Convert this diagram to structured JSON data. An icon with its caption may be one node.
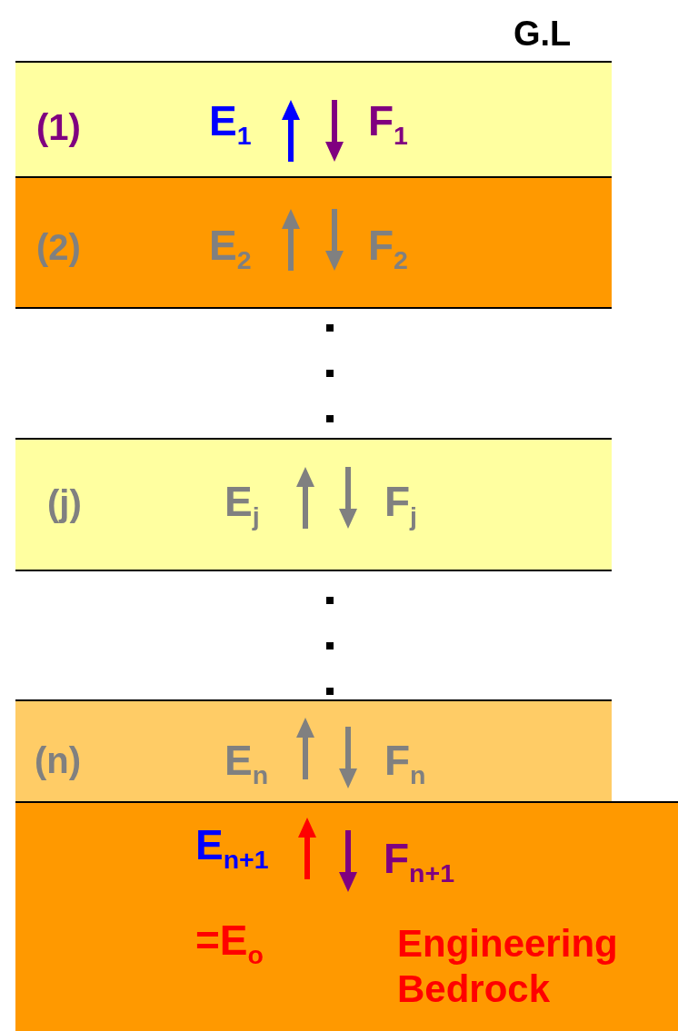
{
  "diagram": {
    "nodes": [
      {
        "text": [
          "(1)",
          "E$_{1}$",
          "F$_{1}$"
        ]
      },
      {
        "text": [
          "(2)",
          "E$_{2}$",
          "F$_{2}$"
        ]
      },
      {
        "text": [
          "(j)",
          "E$_{j}$",
          "F$_{j}$"
        ]
      },
      {
        "text": [
          "(n)",
          "E$_{n}$",
          "F$_{n}$"
        ]
      },
      {
        "text": [
          "E$_{n+1}$",
          "F$_{n+1}$",
          "=E$_{o}$",
          "Engineering Bedrock"
        ]
      }
    ],
    "labels": [
      "G.L"
    ]
  }
}
